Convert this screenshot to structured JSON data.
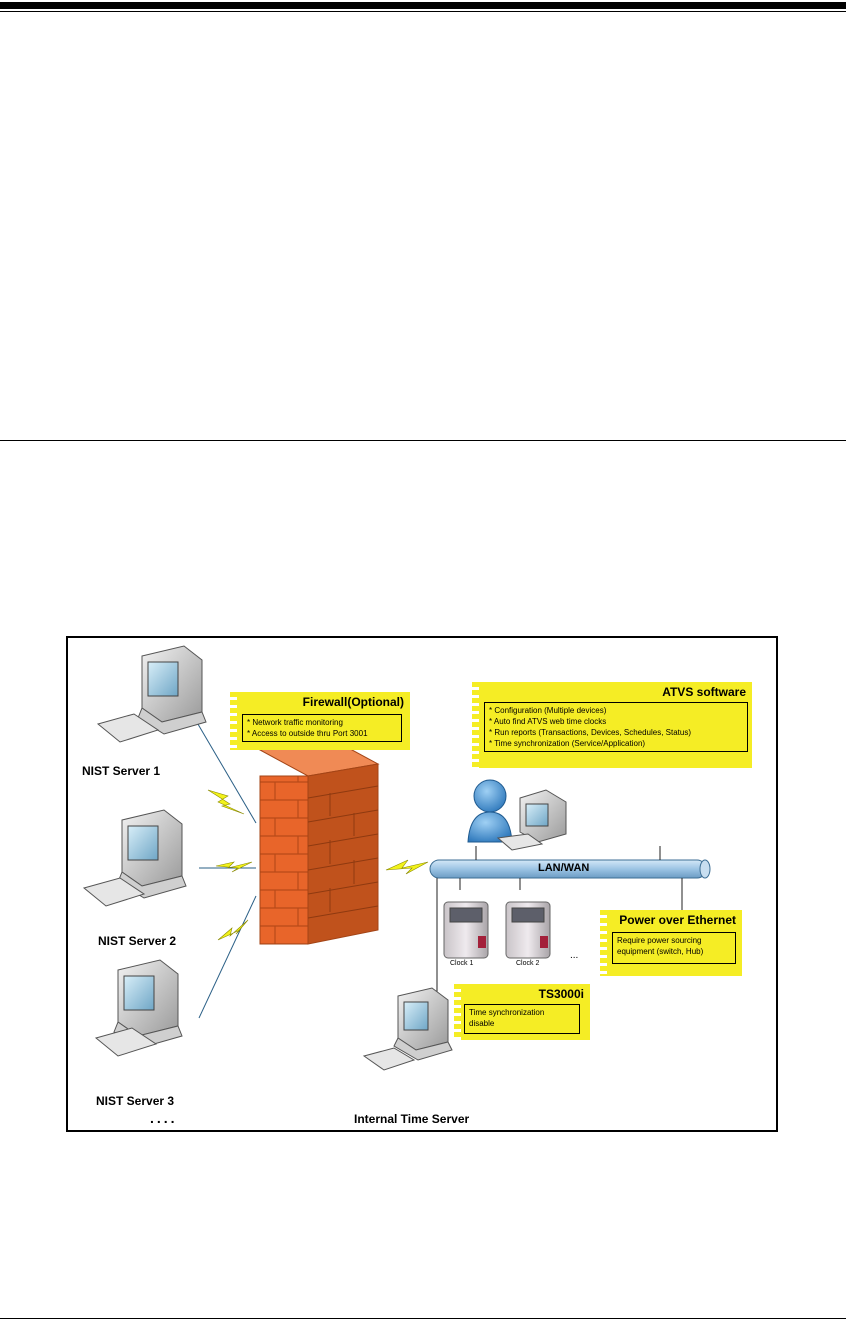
{
  "diagram": {
    "firewall_note": {
      "title": "Firewall(Optional)",
      "lines": [
        "* Network traffic monitoring",
        "* Access to outside thru Port 3001"
      ]
    },
    "atvs_note": {
      "title": "ATVS software",
      "lines": [
        "* Configuration (Multiple devices)",
        "* Auto find ATVS web time clocks",
        "* Run reports (Transactions, Devices, Schedules, Status)",
        "* Time synchronization (Service/Application)"
      ]
    },
    "poe_note": {
      "title": "Power over Ethernet",
      "lines": [
        "Require power sourcing",
        "equipment (switch, Hub)"
      ]
    },
    "ts_note": {
      "title": "TS3000i",
      "lines": [
        "Time synchronization",
        "disable"
      ]
    },
    "labels": {
      "nist1": "NIST Server 1",
      "nist2": "NIST Server 2",
      "nist3": "NIST Server 3",
      "more_servers": "....",
      "lan": "LAN/WAN",
      "clock1": "Clock 1",
      "clock2": "Clock 2",
      "more_clocks": "...",
      "internal_server": "Internal Time Server"
    }
  },
  "colors": {
    "note_fill": "#f5ed25",
    "firewall_brick": "#e8652a",
    "lan_pipe": "#9cc4e4",
    "user_figure": "#3f8fd0"
  }
}
